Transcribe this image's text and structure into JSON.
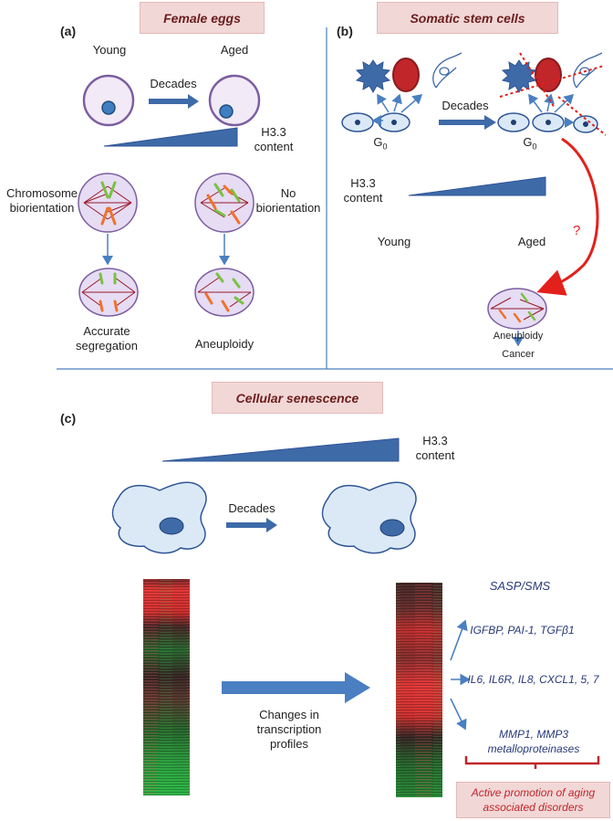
{
  "panel_a": {
    "letter": "(a)",
    "title": "Female eggs",
    "young": "Young",
    "aged": "Aged",
    "decades": "Decades",
    "h33_line1": "H3.3",
    "h33_line2": "content",
    "chromosome_line1": "Chromosome",
    "chromosome_line2": "biorientation",
    "no_line1": "No",
    "no_line2": "biorientation",
    "accurate_line1": "Accurate",
    "accurate_line2": "segregation",
    "aneuploidy": "Aneuploidy"
  },
  "panel_b": {
    "letter": "(b)",
    "title": "Somatic stem cells",
    "decades": "Decades",
    "g0_left": "G",
    "g0_right": "G",
    "g0_sub": "0",
    "h33_line1": "H3.3",
    "h33_line2": "content",
    "young": "Young",
    "aged": "Aged",
    "question": "?",
    "aneuploidy": "Aneuploidy",
    "cancer": "Cancer"
  },
  "panel_c": {
    "letter": "(c)",
    "title": "Cellular senescence",
    "h33_line1": "H3.3",
    "h33_line2": "content",
    "decades": "Decades",
    "sasp": "SASP/SMS",
    "gene_group1": "IGFBP, PAI-1, TGFβ1",
    "gene_group2": "IL6, IL6R, IL8, CXCL1, 5, 7",
    "gene_group3_line1": "MMP1, MMP3",
    "gene_group3_line2": "metalloproteinases",
    "changes_line1": "Changes in",
    "changes_line2": "transcription",
    "changes_line3": "profiles",
    "active_line1": "Active promotion of aging",
    "active_line2": "associated disorders"
  },
  "colors": {
    "title_box_bg": "#f2d7d7",
    "arrow_blue": "#3e6aa8",
    "dark_blue": "#2f5597",
    "red": "#e3201b",
    "cell_blue": "#dbe9f7"
  }
}
